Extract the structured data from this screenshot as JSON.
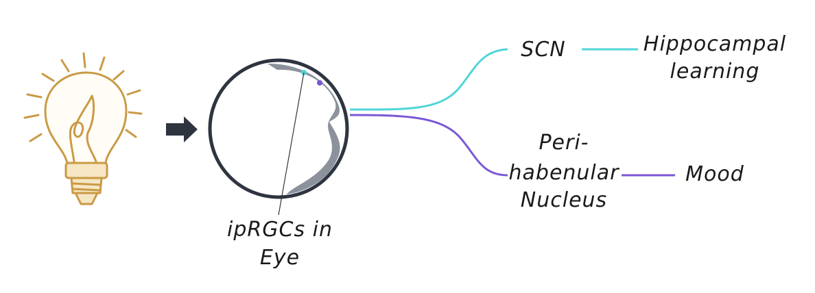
{
  "nodes": {
    "eye_label_line1": "ipRGCs in",
    "eye_label_line2": "Eye",
    "scn": "SCN",
    "hippocampal_line1": "Hippocampal",
    "hippocampal_line2": "learning",
    "phn_line1": "Peri-",
    "phn_line2": "habenular",
    "phn_line3": "Nucleus",
    "mood": "Mood"
  },
  "colors": {
    "cyan_pathway": "#4fd5d9",
    "purple_pathway": "#7b57d4",
    "bulb": "#c99a45",
    "arrow": "#2f3540",
    "eye_outline": "#2e3440",
    "retina": "#8b929c"
  }
}
